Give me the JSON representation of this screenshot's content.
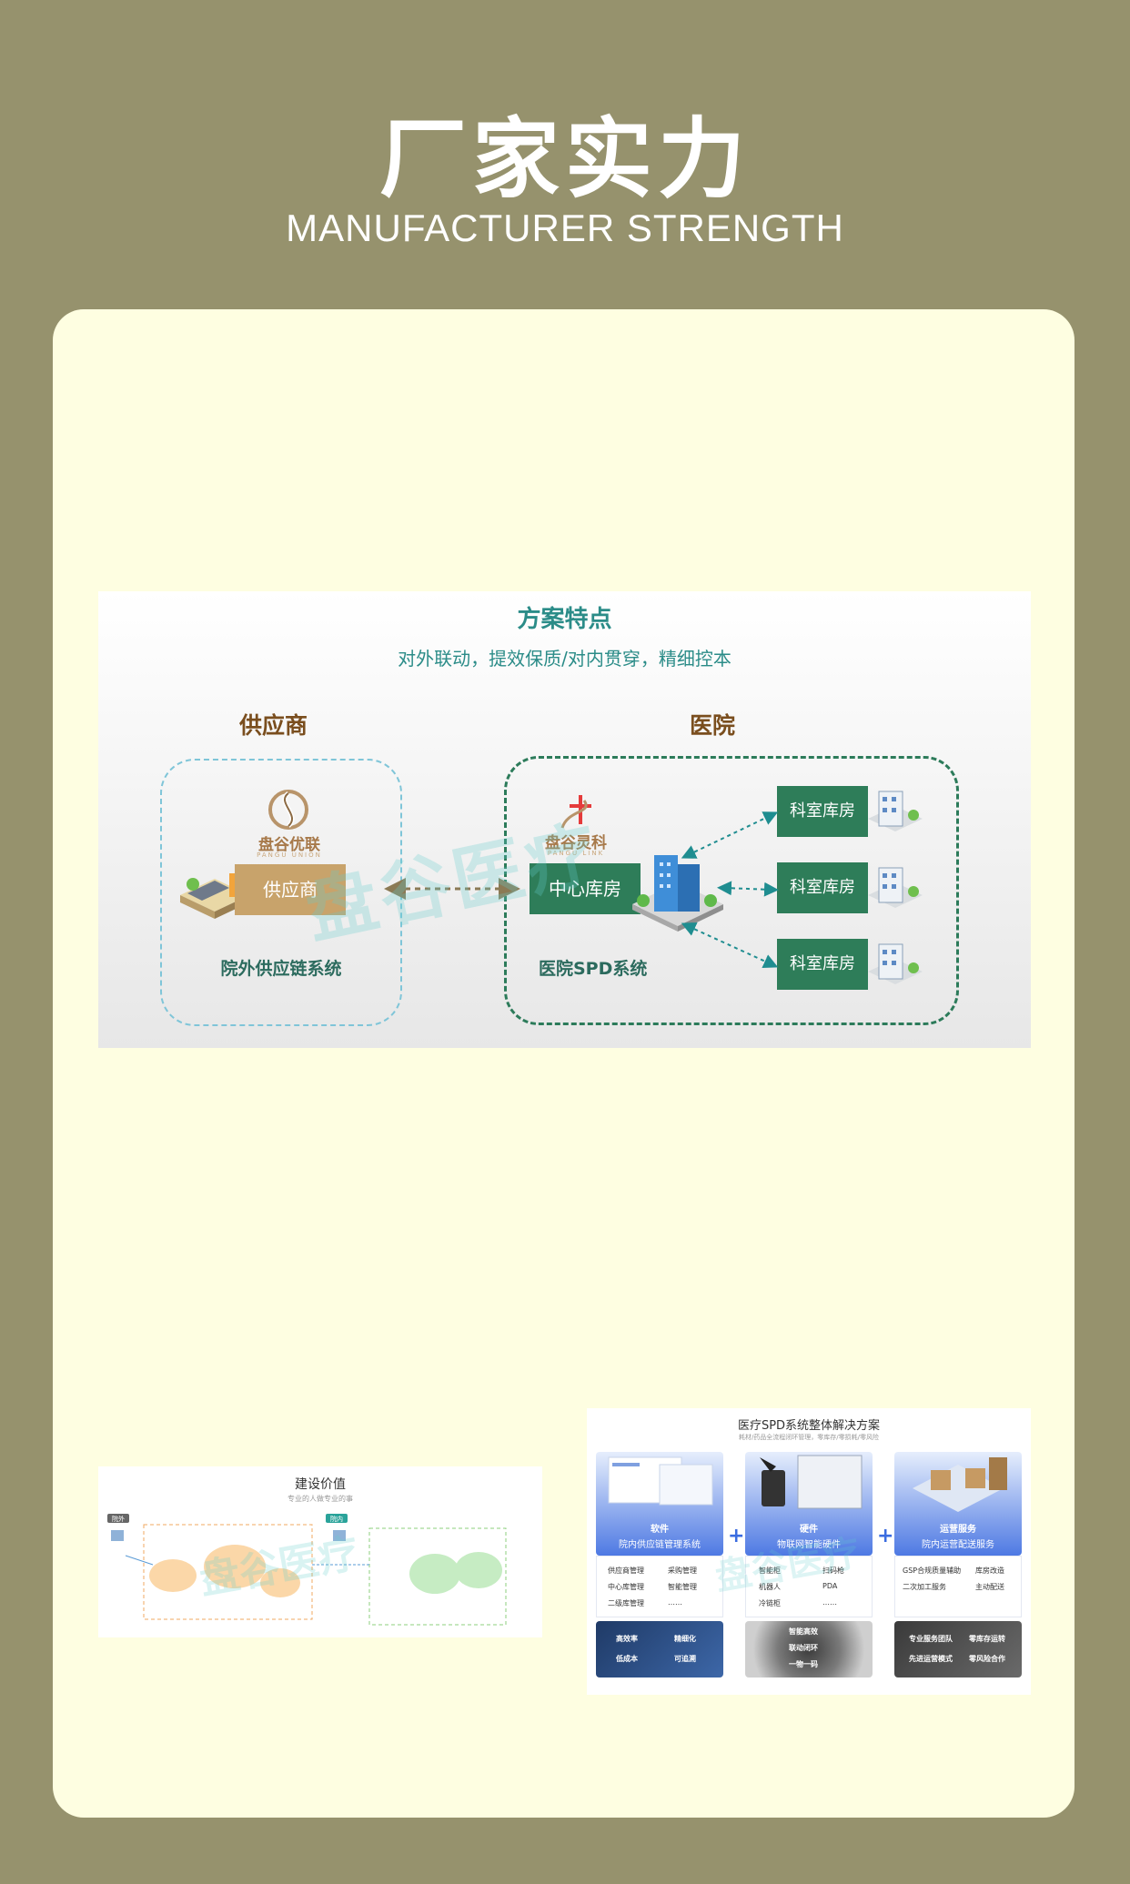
{
  "header": {
    "title_cn": "厂家实力",
    "title_en": "MANUFACTURER STRENGTH"
  },
  "panel1": {
    "title": "方案特点",
    "subtitle": "对外联动，提效保质/对内贯穿，精细控本",
    "supplier_heading": "供应商",
    "hospital_heading": "医院",
    "logo_left": "盘谷优联",
    "logo_left_sub": "PANGU UNION",
    "logo_right": "盘谷灵科",
    "logo_right_sub": "PANGU LINK",
    "supplier_button": "供应商",
    "supplier_system": "院外供应链系统",
    "center_button": "中心库房",
    "hospital_system": "医院SPD系统",
    "rooms": [
      "科室库房",
      "科室库房",
      "科室库房"
    ],
    "watermark": "盘谷医疗"
  },
  "panel2": {
    "title": "建设价值",
    "subtitle": "专业的人做专业的事",
    "tag_left": "院外",
    "tag_right": "院内",
    "watermark": "盘谷医疗"
  },
  "panel3": {
    "title": "医疗SPD系统整体解决方案",
    "subtitle": "耗材/药品全流程闭环管理，零库存/零损耗/零风险",
    "columns": [
      {
        "h1": "软件",
        "h2": "院内供应链管理系统",
        "items": [
          "供应商管理",
          "采购管理",
          "中心库管理",
          "智能管理",
          "二级库管理",
          "……"
        ]
      },
      {
        "h1": "硬件",
        "h2": "物联网智能硬件",
        "items": [
          "智能柜",
          "扫码枪",
          "机器人",
          "PDA",
          "冷链柜",
          "……"
        ]
      },
      {
        "h1": "运营服务",
        "h2": "院内运营配送服务",
        "items": [
          "GSP合规质量辅助",
          "库房改造",
          "二次加工服务",
          "主动配送"
        ]
      }
    ],
    "plus": "+",
    "tiles": [
      [
        "高效率",
        "精细化",
        "低成本",
        "可追溯"
      ],
      [
        "智能高效",
        "联动闭环",
        "一物一码"
      ],
      [
        "专业服务团队",
        "零库存运转",
        "先进运营模式",
        "零风险合作"
      ]
    ],
    "watermark": "盘谷医疗"
  }
}
